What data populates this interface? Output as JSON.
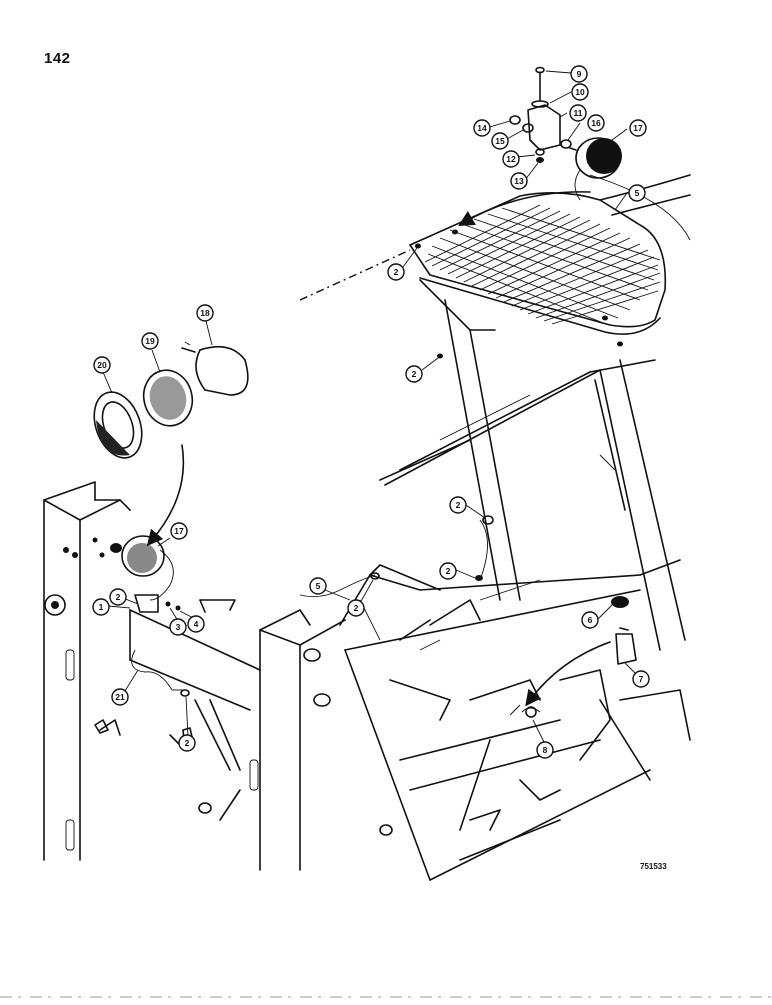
{
  "page": {
    "number": "142",
    "drawing_code": "751533"
  },
  "callouts": [
    "1",
    "2",
    "3",
    "4",
    "5",
    "6",
    "7",
    "8",
    "9",
    "10",
    "11",
    "12",
    "13",
    "14",
    "15",
    "16",
    "17",
    "18",
    "19",
    "20",
    "21"
  ]
}
